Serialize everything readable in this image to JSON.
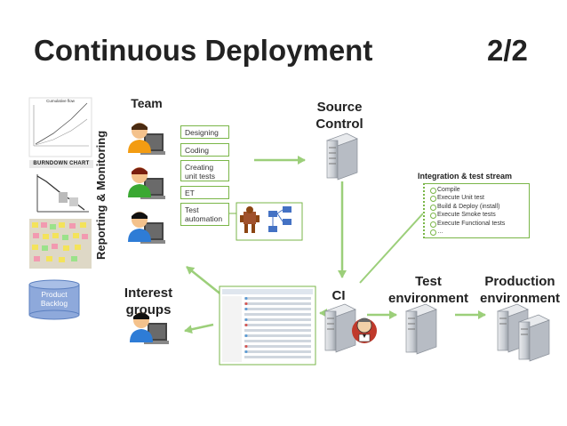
{
  "slide": {
    "title": "Continuous Deployment",
    "page": "2/2"
  },
  "left_panel": {
    "vertical_label": "Reporting & Monitoring",
    "backlog_label": "Product Backlog",
    "chart_thumb_title": "Cumulative flow",
    "burndown_banner": "BURNDOWN CHART"
  },
  "team": {
    "label": "Team",
    "tasks": [
      "Designing",
      "Coding",
      "Creating unit tests",
      "ET",
      "Test automation"
    ]
  },
  "interest_groups": {
    "label": "Interest groups"
  },
  "source_control": {
    "label": "Source Control"
  },
  "ci": {
    "label": "CI"
  },
  "test_env": {
    "label": "Test environment"
  },
  "prod_env": {
    "label": "Production environment"
  },
  "stream": {
    "title": "Integration & test stream",
    "items": [
      "Compile",
      "Execute Unit test",
      "Build & Deploy (install)",
      "Execute Smoke tests",
      "Execute Functional tests",
      "…"
    ]
  },
  "colors": {
    "arrow": "#9ccf7a",
    "task_border": "#7ab648",
    "backlog_fill": "#8ea9db",
    "server": "#c8ccd2"
  },
  "icons": [
    "person-at-computer-icon",
    "server-icon",
    "jenkins-butler-icon",
    "robot-icon",
    "flowchart-icon",
    "database-icon"
  ]
}
